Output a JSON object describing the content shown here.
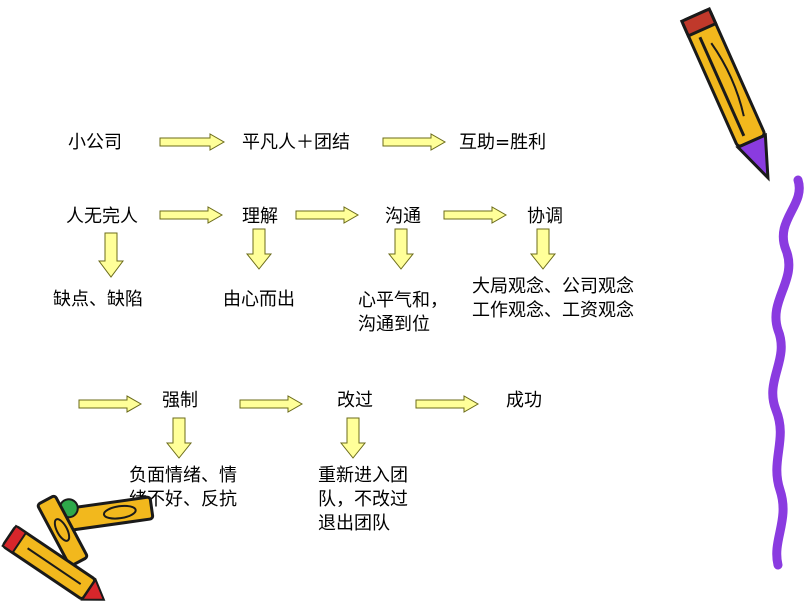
{
  "row1": {
    "a": "小公司",
    "b": "平凡人＋团结",
    "c": "互助=胜利"
  },
  "row2": {
    "a": "人无完人",
    "b": "理解",
    "c": "沟通",
    "d": "协调",
    "a_sub": "缺点、缺陷",
    "b_sub": "由心而出",
    "c_sub": "心平气和，\n沟通到位",
    "d_sub": "大局观念、公司观念\n工作观念、工资观念"
  },
  "row3": {
    "a": "强制",
    "b": "改过",
    "c": "成功",
    "a_sub": "负面情绪、情\n绪不好、反抗",
    "b_sub": "重新进入团\n队，不改过\n退出团队"
  },
  "colors": {
    "arrow_fill": "#FFFF99",
    "arrow_stroke": "#6b6b1a",
    "crayon": "#F2B81D",
    "ribbon": "#8A3BE0"
  },
  "icons": [
    "crayon-top-right",
    "purple-ribbon",
    "crayons-bottom-left"
  ]
}
